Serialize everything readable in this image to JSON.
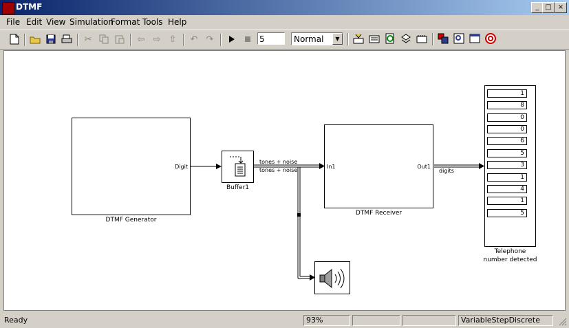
{
  "window": {
    "title": "DTMF",
    "minimize_glyph": "_",
    "maximize_glyph": "□",
    "close_glyph": "×"
  },
  "menu": [
    "File",
    "Edit",
    "View",
    "Simulation",
    "Format",
    "Tools",
    "Help"
  ],
  "toolbar": {
    "icons": [
      "new-icon",
      "open-icon",
      "save-icon",
      "print-icon",
      "cut-icon",
      "copy-icon",
      "paste-icon",
      "back-icon",
      "forward-icon",
      "up-icon",
      "undo-icon",
      "redo-icon",
      "play-icon",
      "stop-icon",
      "library-icon",
      "model-explorer-icon",
      "update-icon",
      "build-icon",
      "debugger-icon",
      "block-browser-icon",
      "zoom-icon",
      "model-properties-icon",
      "help-icon"
    ],
    "stop_time": "5",
    "sim_mode": "Normal"
  },
  "diagram": {
    "generator": {
      "label": "DTMF Generator",
      "out_port": "Digit"
    },
    "buffer": {
      "label": "Buffer1"
    },
    "receiver": {
      "label": "DTMF Receiver",
      "in_port": "In1",
      "out_port": "Out1"
    },
    "signals": {
      "tones_top": "tones + noise",
      "tones_bottom": "tones + noise",
      "digits": "digits"
    },
    "display": {
      "label_line1": "Telephone",
      "label_line2": "number detected",
      "digits": [
        "1",
        "8",
        "0",
        "0",
        "6",
        "5",
        "3",
        "1",
        "4",
        "1",
        "5"
      ]
    }
  },
  "status": {
    "ready": "Ready",
    "zoom": "93%",
    "solver": "VariableStepDiscrete"
  }
}
